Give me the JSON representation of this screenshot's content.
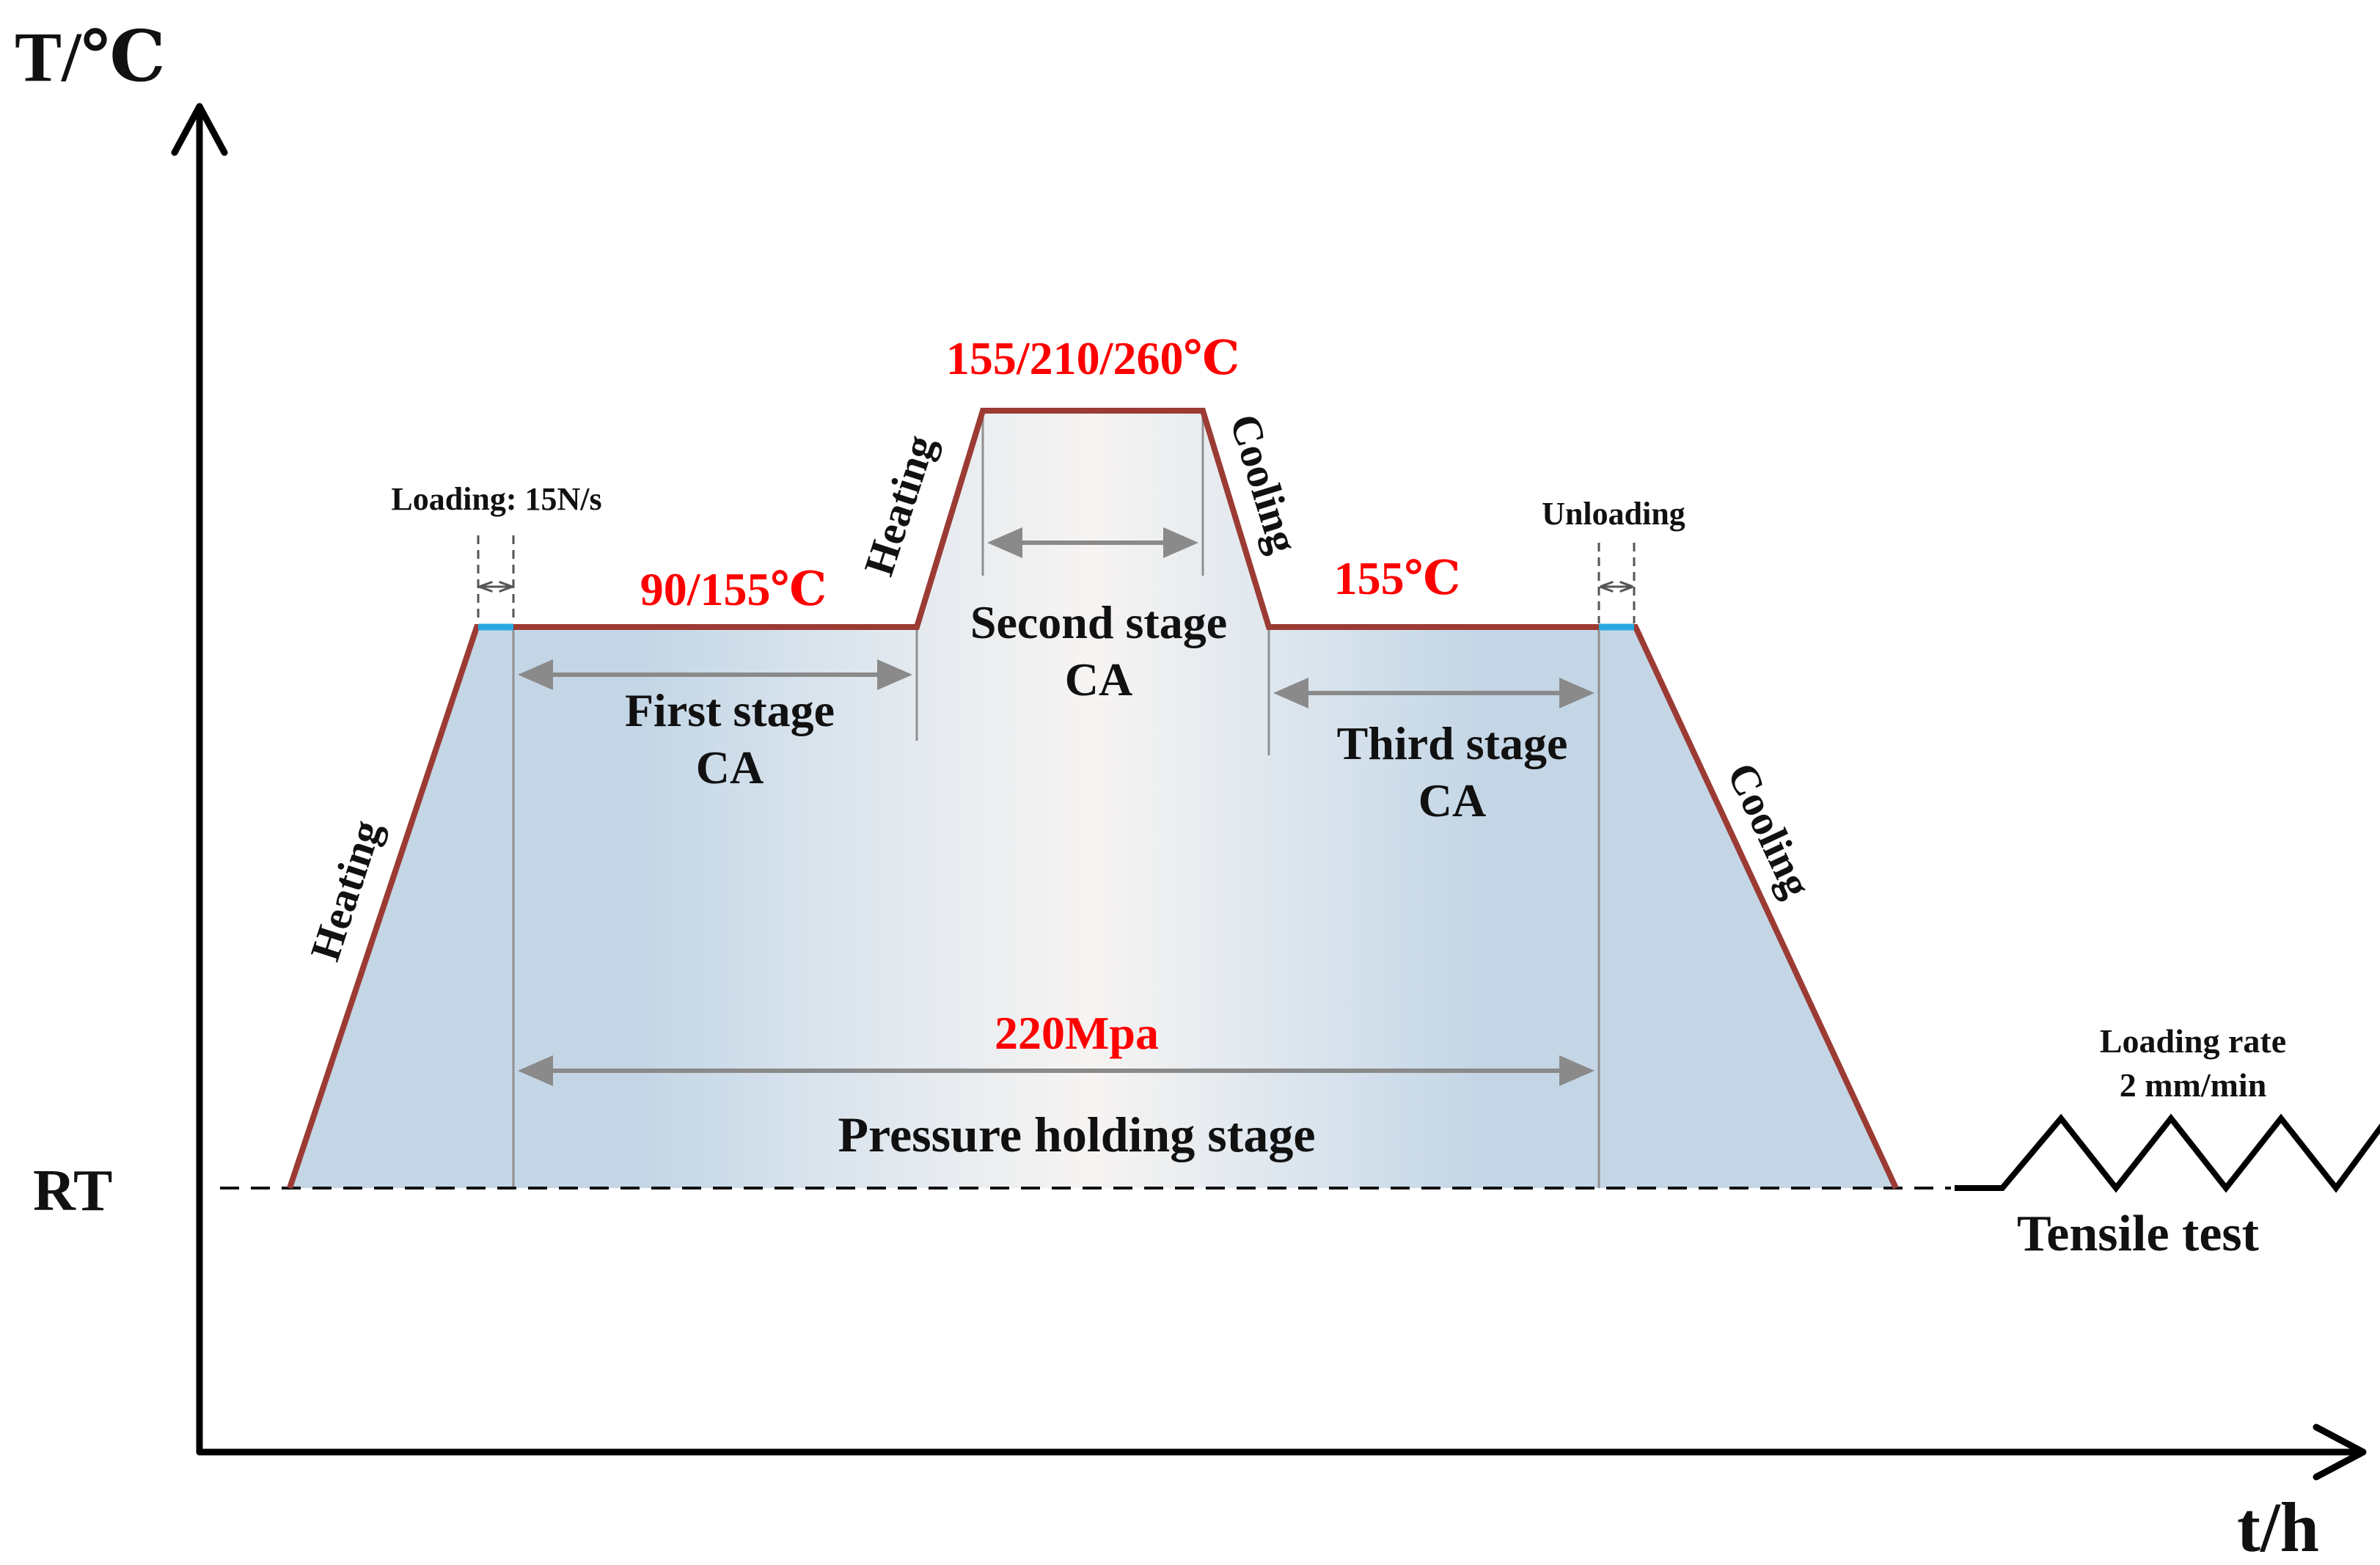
{
  "axes": {
    "y_label": "T/℃",
    "x_label": "t/h",
    "baseline_label": "RT"
  },
  "steps": {
    "heating_1": "Heating",
    "loading": "Loading: 15N/s",
    "temp_1": "90/155℃",
    "stage_1_line1": "First stage",
    "stage_1_line2": "CA",
    "heating_2": "Heating",
    "temp_2": "155/210/260℃",
    "stage_2_line1": "Second stage",
    "stage_2_line2": "CA",
    "cooling_1": "Cooling",
    "temp_3": "155℃",
    "stage_3_line1": "Third stage",
    "stage_3_line2": "CA",
    "unloading": "Unloading",
    "cooling_2": "Cooling"
  },
  "pressure": {
    "value": "220Mpa",
    "label": "Pressure holding stage"
  },
  "tensile": {
    "rate_line1": "Loading rate",
    "rate_line2": "2 mm/min",
    "label": "Tensile test"
  },
  "colors": {
    "profile_line": "#9b3b34",
    "fill": "#c4d6e6",
    "fill_center": "#f7f4f2",
    "highlight": "#2aa7e0",
    "accent_text": "#ff0000",
    "arrow": "#8a8a8a",
    "axis": "#000000"
  }
}
